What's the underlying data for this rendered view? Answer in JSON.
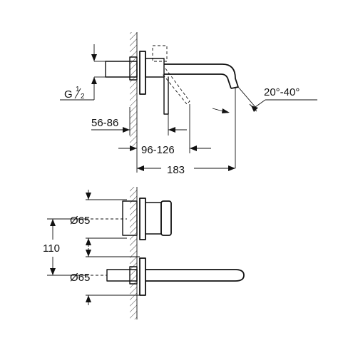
{
  "thread": {
    "letter": "G",
    "num": "1",
    "den": "2"
  },
  "dimensions": {
    "angle": "20°-40°",
    "wall_depth": "56-86",
    "lever_reach": "96-126",
    "total_projection": "183",
    "diameter_top": "Ø65",
    "diameter_bottom": "Ø65",
    "spacing": "110"
  }
}
